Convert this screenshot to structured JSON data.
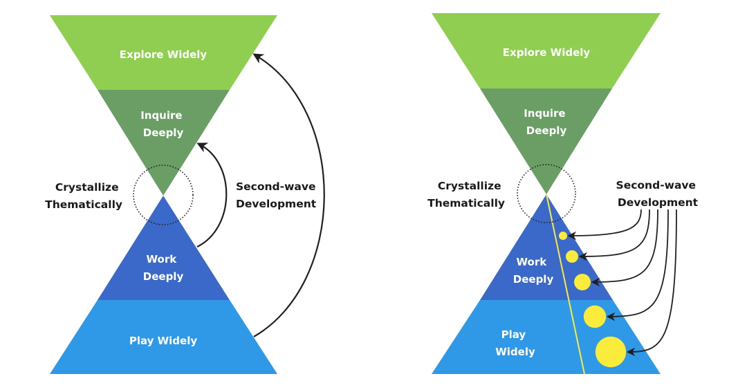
{
  "colors": {
    "explore": "#8fce50",
    "inquire": "#6a9e65",
    "work": "#3a69c9",
    "play": "#2f99e8",
    "highlight": "#fbeb3b",
    "ink": "#1a1a1a"
  },
  "left_diagram": {
    "segments": {
      "explore": [
        "Explore Widely"
      ],
      "inquire": [
        "Inquire",
        "Deeply"
      ],
      "work": [
        "Work",
        "Deeply"
      ],
      "play": [
        "Play Widely"
      ]
    },
    "crystallize_label": [
      "Crystallize",
      "Thematically"
    ],
    "second_wave_label": [
      "Second-wave",
      "Development"
    ]
  },
  "right_diagram": {
    "segments": {
      "explore": [
        "Explore Widely"
      ],
      "inquire": [
        "Inquire",
        "Deeply"
      ],
      "work": [
        "Work",
        "Deeply"
      ],
      "play": [
        "Play",
        "Widely"
      ]
    },
    "crystallize_label": [
      "Crystallize",
      "Thematically"
    ],
    "second_wave_label": [
      "Second-wave",
      "Development"
    ],
    "development_points": [
      {
        "order": 1,
        "relative_size": 1
      },
      {
        "order": 2,
        "relative_size": 1.5
      },
      {
        "order": 3,
        "relative_size": 2
      },
      {
        "order": 4,
        "relative_size": 2.7
      },
      {
        "order": 5,
        "relative_size": 3.7
      }
    ]
  }
}
